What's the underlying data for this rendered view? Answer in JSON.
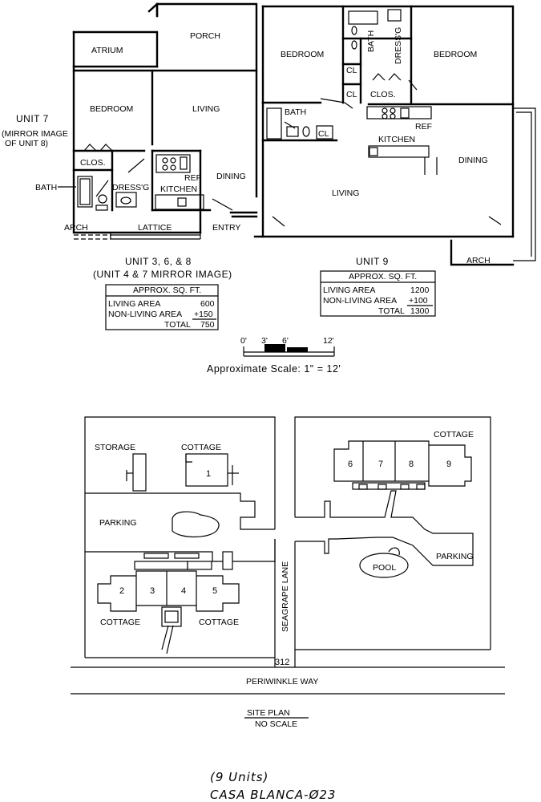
{
  "unit7": {
    "title": "UNIT 7",
    "note1": "(MIRROR IMAGE",
    "note2": "OF UNIT 8)",
    "rooms": {
      "atrium": "ATRIUM",
      "porch": "PORCH",
      "bedroom": "BEDROOM",
      "living": "LIVING",
      "clos": "CLOS.",
      "bath": "BATH",
      "dressg": "DRESS'G",
      "ref": "REF",
      "kitchen": "KITCHEN",
      "dining": "DINING",
      "arch": "ARCH",
      "lattice": "LATTICE",
      "entry": "ENTRY"
    }
  },
  "unit9": {
    "rooms": {
      "bedroom_left": "BEDROOM",
      "bedroom_right": "BEDROOM",
      "bath_top": "BATH",
      "dressg": "DRESS'G",
      "cl1": "CL",
      "cl2": "CL",
      "clos": "CLOS.",
      "bath": "BATH",
      "cl3": "CL",
      "ref": "REF",
      "kitchen": "KITCHEN",
      "dining": "DINING",
      "living": "LIVING",
      "arch": "ARCH"
    }
  },
  "unit368": {
    "title": "UNIT 3, 6, & 8",
    "subtitle": "(UNIT 4 & 7 MIRROR IMAGE)",
    "table": {
      "header": "APPROX. SQ. FT.",
      "living_label": "LIVING AREA",
      "living_value": "600",
      "nonliving_label": "NON-LIVING AREA",
      "nonliving_value": "+150",
      "total_label": "TOTAL",
      "total_value": "750"
    }
  },
  "unit9block": {
    "title": "UNIT 9",
    "table": {
      "header": "APPROX. SQ. FT.",
      "living_label": "LIVING AREA",
      "living_value": "1200",
      "nonliving_label": "NON-LIVING AREA",
      "nonliving_value": "+100",
      "total_label": "TOTAL",
      "total_value": "1300"
    }
  },
  "scale": {
    "ticks": [
      "0'",
      "3'",
      "6'",
      "12'"
    ],
    "caption": "Approximate Scale: 1\" = 12'"
  },
  "site": {
    "storage": "STORAGE",
    "cottage_top_left": "COTTAGE",
    "cottage_top_right": "COTTAGE",
    "parking_left": "PARKING",
    "parking_right": "PARKING",
    "pool": "POOL",
    "cottage_bottom_left": "COTTAGE",
    "cottage_bottom_right": "COTTAGE",
    "lane": "SEAGRAPE LANE",
    "address": "312",
    "road": "PERIWINKLE WAY",
    "units": [
      "1",
      "2",
      "3",
      "4",
      "5",
      "6",
      "7",
      "8",
      "9"
    ],
    "plan_title": "SITE PLAN",
    "plan_note": "NO SCALE"
  },
  "footer": {
    "units_count": "(9 Units)",
    "name": "CASA BLANCA-Ø23"
  }
}
